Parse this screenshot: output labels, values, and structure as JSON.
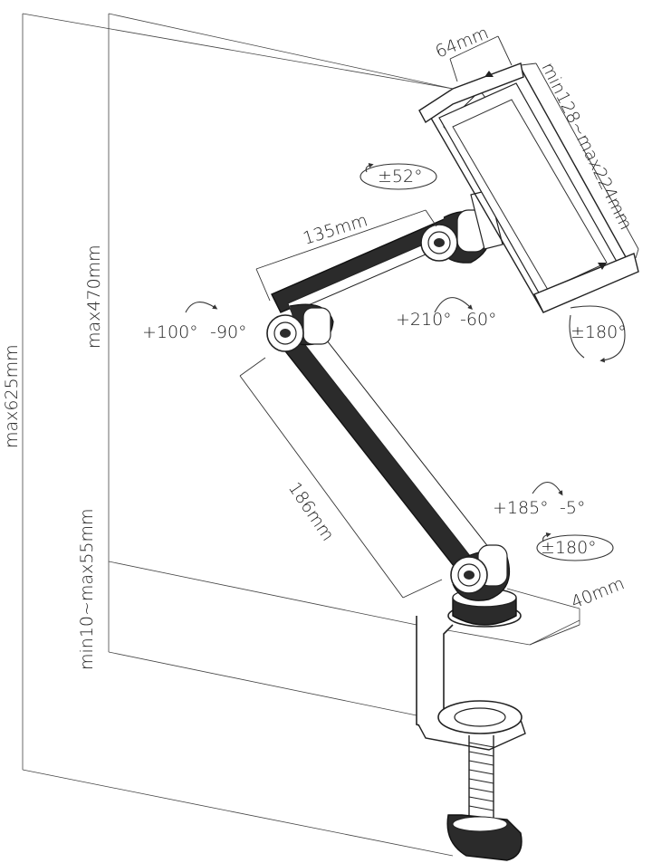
{
  "dimensions": {
    "total_height": "max625mm",
    "arm_height": "max470mm",
    "clamp_range": "min10~max55mm",
    "lower_arm": "186mm",
    "upper_arm": "135mm",
    "holder_width": "64mm",
    "holder_range": "min128~max224mm",
    "base_depth": "40mm"
  },
  "rotations": {
    "elbow_up": "+100°",
    "elbow_down": "-90°",
    "head_tilt": "±52°",
    "head_up": "+210°",
    "head_down": "-60°",
    "holder_rotate": "±180°",
    "base_up": "+185°",
    "base_down": "-5°",
    "base_swivel": "±180°"
  },
  "colors": {
    "arm_fill": "#2b2b2b",
    "line": "#333333",
    "background": "#ffffff"
  }
}
